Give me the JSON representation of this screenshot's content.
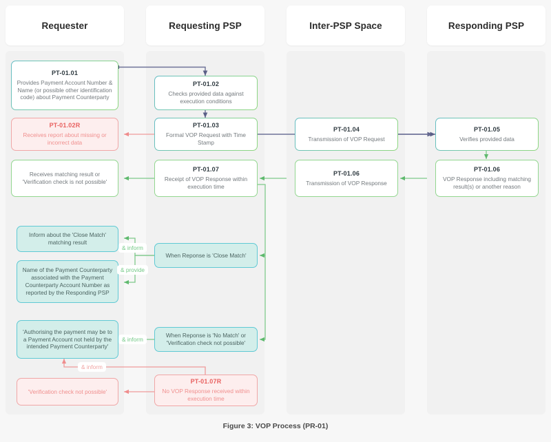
{
  "figure": {
    "caption": "Figure 3: VOP Process (PR-01)"
  },
  "colors": {
    "page_background": "#f7f7f7",
    "lane_background": "#f1f1f1",
    "lane_header_background": "#ffffff",
    "process_border_teal": "#63bcc4",
    "process_border_green": "#8ed67f",
    "green_line": "#7ec98a",
    "navy_line": "#5b5f87",
    "red_line": "#ef9a9a",
    "teal_fill": "#d3eeea",
    "red_fill": "#fdeeee",
    "red_text": "#e8605f"
  },
  "lanes": [
    {
      "id": "requester",
      "label": "Requester"
    },
    {
      "id": "requesting-psp",
      "label": "Requesting PSP"
    },
    {
      "id": "inter-psp",
      "label": "Inter-PSP Space"
    },
    {
      "id": "responding-psp",
      "label": "Responding PSP"
    }
  ],
  "nodes": [
    {
      "id": "pt-01-01",
      "lane": "requester",
      "code": "PT-01.01",
      "desc": "Provides Payment Account Number & Name (or possible other identification code) about Payment Counterparty",
      "style": "process"
    },
    {
      "id": "pt-01-02",
      "lane": "requesting-psp",
      "code": "PT-01.02",
      "desc": "Checks provided data against execution conditions",
      "style": "process"
    },
    {
      "id": "pt-01-02r",
      "lane": "requester",
      "code": "PT-01.02R",
      "desc": "Receives report about missing or incorrect data",
      "style": "error"
    },
    {
      "id": "pt-01-03",
      "lane": "requesting-psp",
      "code": "PT-01.03",
      "desc": "Formal VOP Request with Time Stamp",
      "style": "process"
    },
    {
      "id": "pt-01-04",
      "lane": "inter-psp",
      "code": "PT-01.04",
      "desc": "Transmission of VOP Request",
      "style": "process"
    },
    {
      "id": "pt-01-05",
      "lane": "responding-psp",
      "code": "PT-01.05",
      "desc": "Verifies provided data",
      "style": "process"
    },
    {
      "id": "pt-01-06-resp",
      "lane": "responding-psp",
      "code": "PT-01.06",
      "desc": "VOP Response including matching result(s) or another reason",
      "style": "green"
    },
    {
      "id": "pt-01-06-inter",
      "lane": "inter-psp",
      "code": "PT-01.06",
      "desc": "Transmission of VOP Response",
      "style": "green"
    },
    {
      "id": "pt-01-07",
      "lane": "requesting-psp",
      "code": "PT-01.07",
      "desc": "Receipt of VOP Response within execution time",
      "style": "green"
    },
    {
      "id": "receives-matching",
      "lane": "requester",
      "code": "",
      "desc": "Receives matching result or 'Verification check is not possible'",
      "style": "green"
    },
    {
      "id": "close-match",
      "lane": "requesting-psp",
      "code": "",
      "desc": "When Reponse is 'Close Match'",
      "style": "teal"
    },
    {
      "id": "inform-close-match",
      "lane": "requester",
      "code": "",
      "desc": "Inform about the 'Close Match' matching result",
      "style": "teal"
    },
    {
      "id": "provide-name",
      "lane": "requester",
      "code": "",
      "desc": "Name of the Payment Counterparty associated with the Payment Counterparty Account Number as reported by the Responding PSP",
      "style": "teal"
    },
    {
      "id": "no-match",
      "lane": "requesting-psp",
      "code": "",
      "desc": "When Reponse is 'No Match' or 'Verification check not possible'",
      "style": "teal"
    },
    {
      "id": "authorising-warning",
      "lane": "requester",
      "code": "",
      "desc": "'Authorising the payment may be to a Payment Account not held by the intended Payment Counterparty'",
      "style": "teal"
    },
    {
      "id": "pt-01-07r",
      "lane": "requesting-psp",
      "code": "PT-01.07R",
      "desc": "No VOP Response received within execution time",
      "style": "error"
    },
    {
      "id": "verification-not-possible",
      "lane": "requester",
      "code": "",
      "desc": "'Verification check not possible'",
      "style": "error"
    }
  ],
  "edge_labels": [
    {
      "id": "inform-close",
      "text": "& inform",
      "tone": "green"
    },
    {
      "id": "provide-name",
      "text": "& provide",
      "tone": "green"
    },
    {
      "id": "inform-no-match",
      "text": "& inform",
      "tone": "green"
    },
    {
      "id": "inform-timeout",
      "text": "& inform",
      "tone": "red"
    }
  ]
}
